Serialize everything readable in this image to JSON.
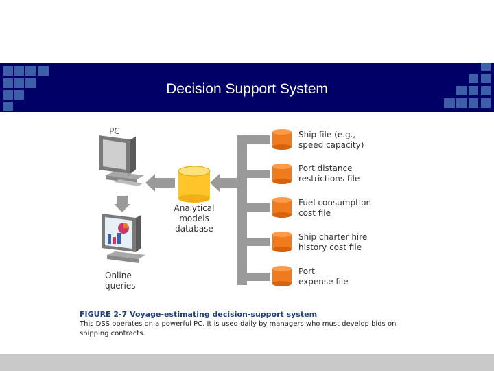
{
  "slide": {
    "title": "Decision Support System"
  },
  "diagram": {
    "pc_label": "PC",
    "online_label": "Online\nqueries",
    "database_label": "Analytical\nmodels\ndatabase",
    "files": [
      {
        "label": "Ship file (e.g.,\nspeed capacity)"
      },
      {
        "label": "Port distance\nrestrictions file"
      },
      {
        "label": "Fuel consumption\ncost file"
      },
      {
        "label": "Ship charter hire\nhistory cost file"
      },
      {
        "label": "Port\nexpense file"
      }
    ]
  },
  "caption": {
    "title": "FIGURE 2-7 Voyage-estimating decision-support system",
    "body": "This DSS operates on a powerful PC. It is used daily by managers who must develop bids on shipping contracts."
  },
  "colors": {
    "banner": "#000066",
    "banner_squares": "#3d5fa8",
    "file_cylinder": "#f07a1e",
    "database_cylinder": "#ffc52a",
    "connector": "#9a9a9a",
    "caption_title": "#1f3f7f",
    "footer": "#c8c8c8"
  }
}
